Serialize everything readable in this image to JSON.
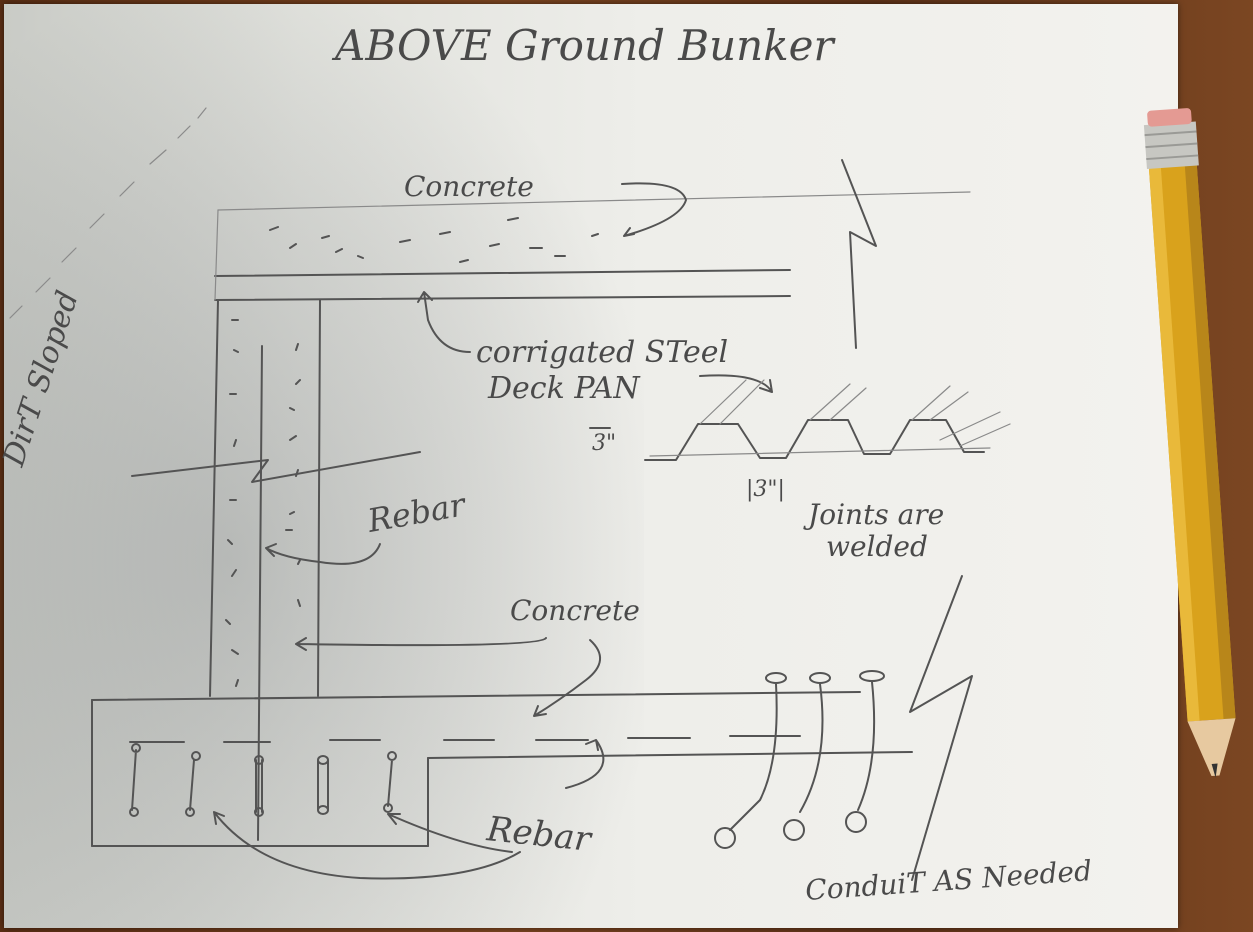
{
  "diagram": {
    "title": "ABOVE Ground Bunker",
    "labels": {
      "concrete_top": "Concrete",
      "corrugated": "corrigated STeel",
      "deck_pan": "Deck PAN",
      "dirt": "DirT Sloped",
      "rebar_wall": "Rebar",
      "joints": "Joints are",
      "welded": "welded",
      "concrete_bottom": "Concrete",
      "rebar_footing": "Rebar",
      "conduit": "ConduiT AS Needed",
      "dim_height": "3\"",
      "dim_width": "|3\"|"
    },
    "colors": {
      "ink": "#545454",
      "paper": "#eeeeea",
      "table": "#6a3a1c",
      "pencil": "#d9a21c"
    }
  }
}
